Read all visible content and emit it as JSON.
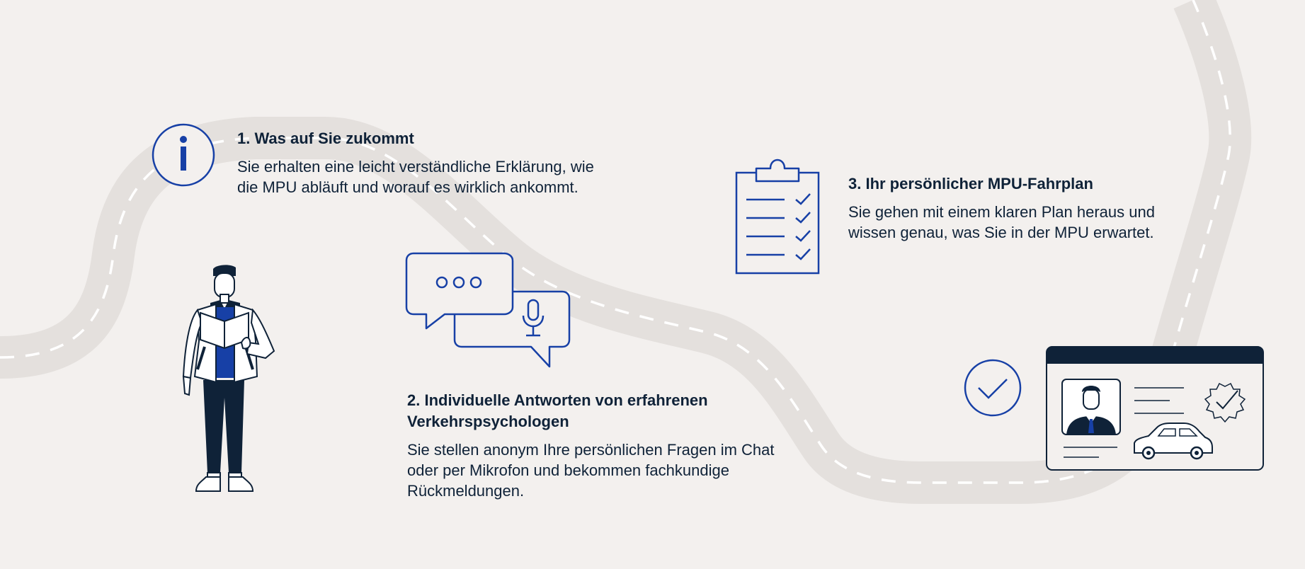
{
  "steps": [
    {
      "title": "1. Was auf Sie zukommt",
      "text": "Sie erhalten eine leicht verständliche Erklärung, wie die MPU abläuft und worauf es wirklich ankommt."
    },
    {
      "title": "2. Individuelle Antworten von erfahrenen Verkehrspsychologen",
      "text": "Sie stellen anonym Ihre persönlichen Fragen im Chat oder per Mikrofon und bekommen fachkundige Rückmeldungen."
    },
    {
      "title": "3. Ihr persönlicher MPU-Fahrplan",
      "text": "Sie gehen mit einem klaren Plan heraus und wissen genau, was Sie in der MPU erwartet."
    }
  ],
  "colors": {
    "background": "#f3f0ee",
    "road": "#e4e0dd",
    "road_marking": "#ffffff",
    "accent_blue": "#1740a6",
    "navy": "#0f2238"
  },
  "icons": [
    "info-icon",
    "chat-bubbles-icon",
    "clipboard-checklist-icon",
    "checkmark-circle-icon",
    "driver-license-icon",
    "person-reading-illustration"
  ]
}
